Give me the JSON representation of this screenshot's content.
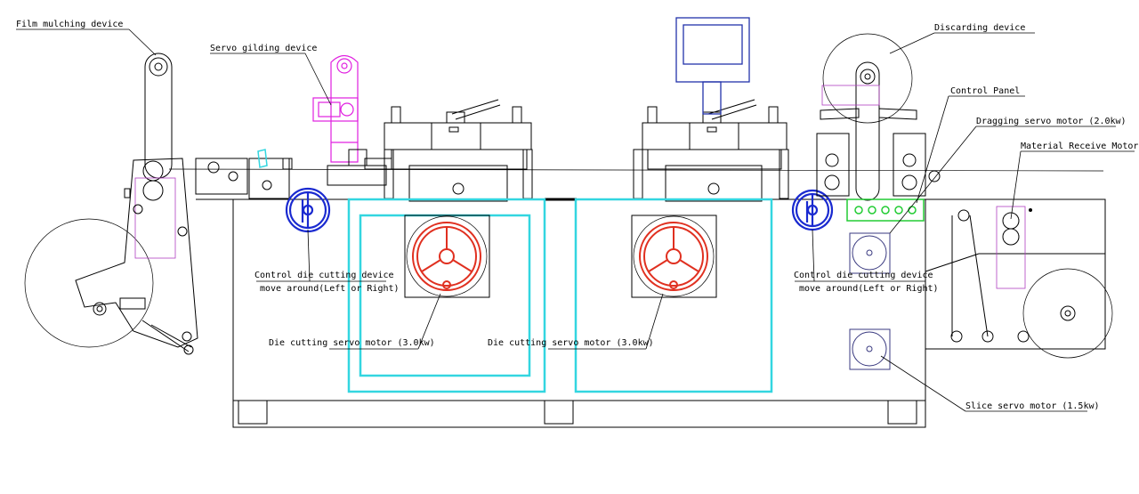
{
  "labels": {
    "film_mulching": "Film mulching device",
    "servo_gilding": "Servo gilding device",
    "discarding": "Discarding device",
    "control_panel": "Control Panel",
    "dragging_motor": "Dragging servo motor (2.0kw)",
    "material_receive": "Material Receive Motor",
    "control_die_left_1": "Control die cutting device",
    "control_die_left_2": "move around(Left or Right)",
    "control_die_right_1": "Control die cutting device",
    "control_die_right_2": "move around(Left or Right)",
    "die_motor_left": "Die cutting servo motor (3.0kw)",
    "die_motor_right": "Die cutting servo motor (3.0kw)",
    "slice_motor": "Slice servo motor (1.5kw)"
  },
  "colors": {
    "line": "#000000",
    "cyan_frame": "#33d6e0",
    "red_handwheel": "#e03020",
    "blue_handwheel": "#1a2ad0",
    "magenta_gilding": "#e020e0",
    "green_panel": "#22cc33",
    "navy_monitor": "#2233aa",
    "violet_outline": "#b040c0"
  }
}
